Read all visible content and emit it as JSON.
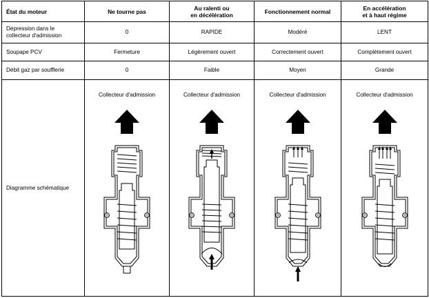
{
  "headers": [
    "État du moteur",
    "Ne tourne pas",
    "Au ralenti ou en décélération",
    "Fonctionnement normal",
    "En accélération et à haut régime"
  ],
  "header_lines": {
    "c2a": "Au ralenti ou",
    "c2b": "en décélération",
    "c4a": "En accélération",
    "c4b": "et à haut régime"
  },
  "rows": [
    {
      "label_a": "Dépression dans le",
      "label_b": "collecteur d'admission",
      "values": [
        "0",
        "RAPIDE",
        "Modéré",
        "LENT"
      ]
    },
    {
      "label": "Soupape PCV",
      "values": [
        "Fermeture",
        "Légèrement ouvert",
        "Correctement ouvert",
        "Complètement ouvert"
      ]
    },
    {
      "label": "Débit gaz par soufflerie",
      "values": [
        "0",
        "Faible",
        "Moyen",
        "Grande"
      ]
    }
  ],
  "diagram_row": {
    "label": "Diagramme schématique",
    "captions": [
      "Collecteur d'admission",
      "Collecteur d'admission",
      "Collecteur d'admission",
      "Collecteur d'admission"
    ]
  }
}
